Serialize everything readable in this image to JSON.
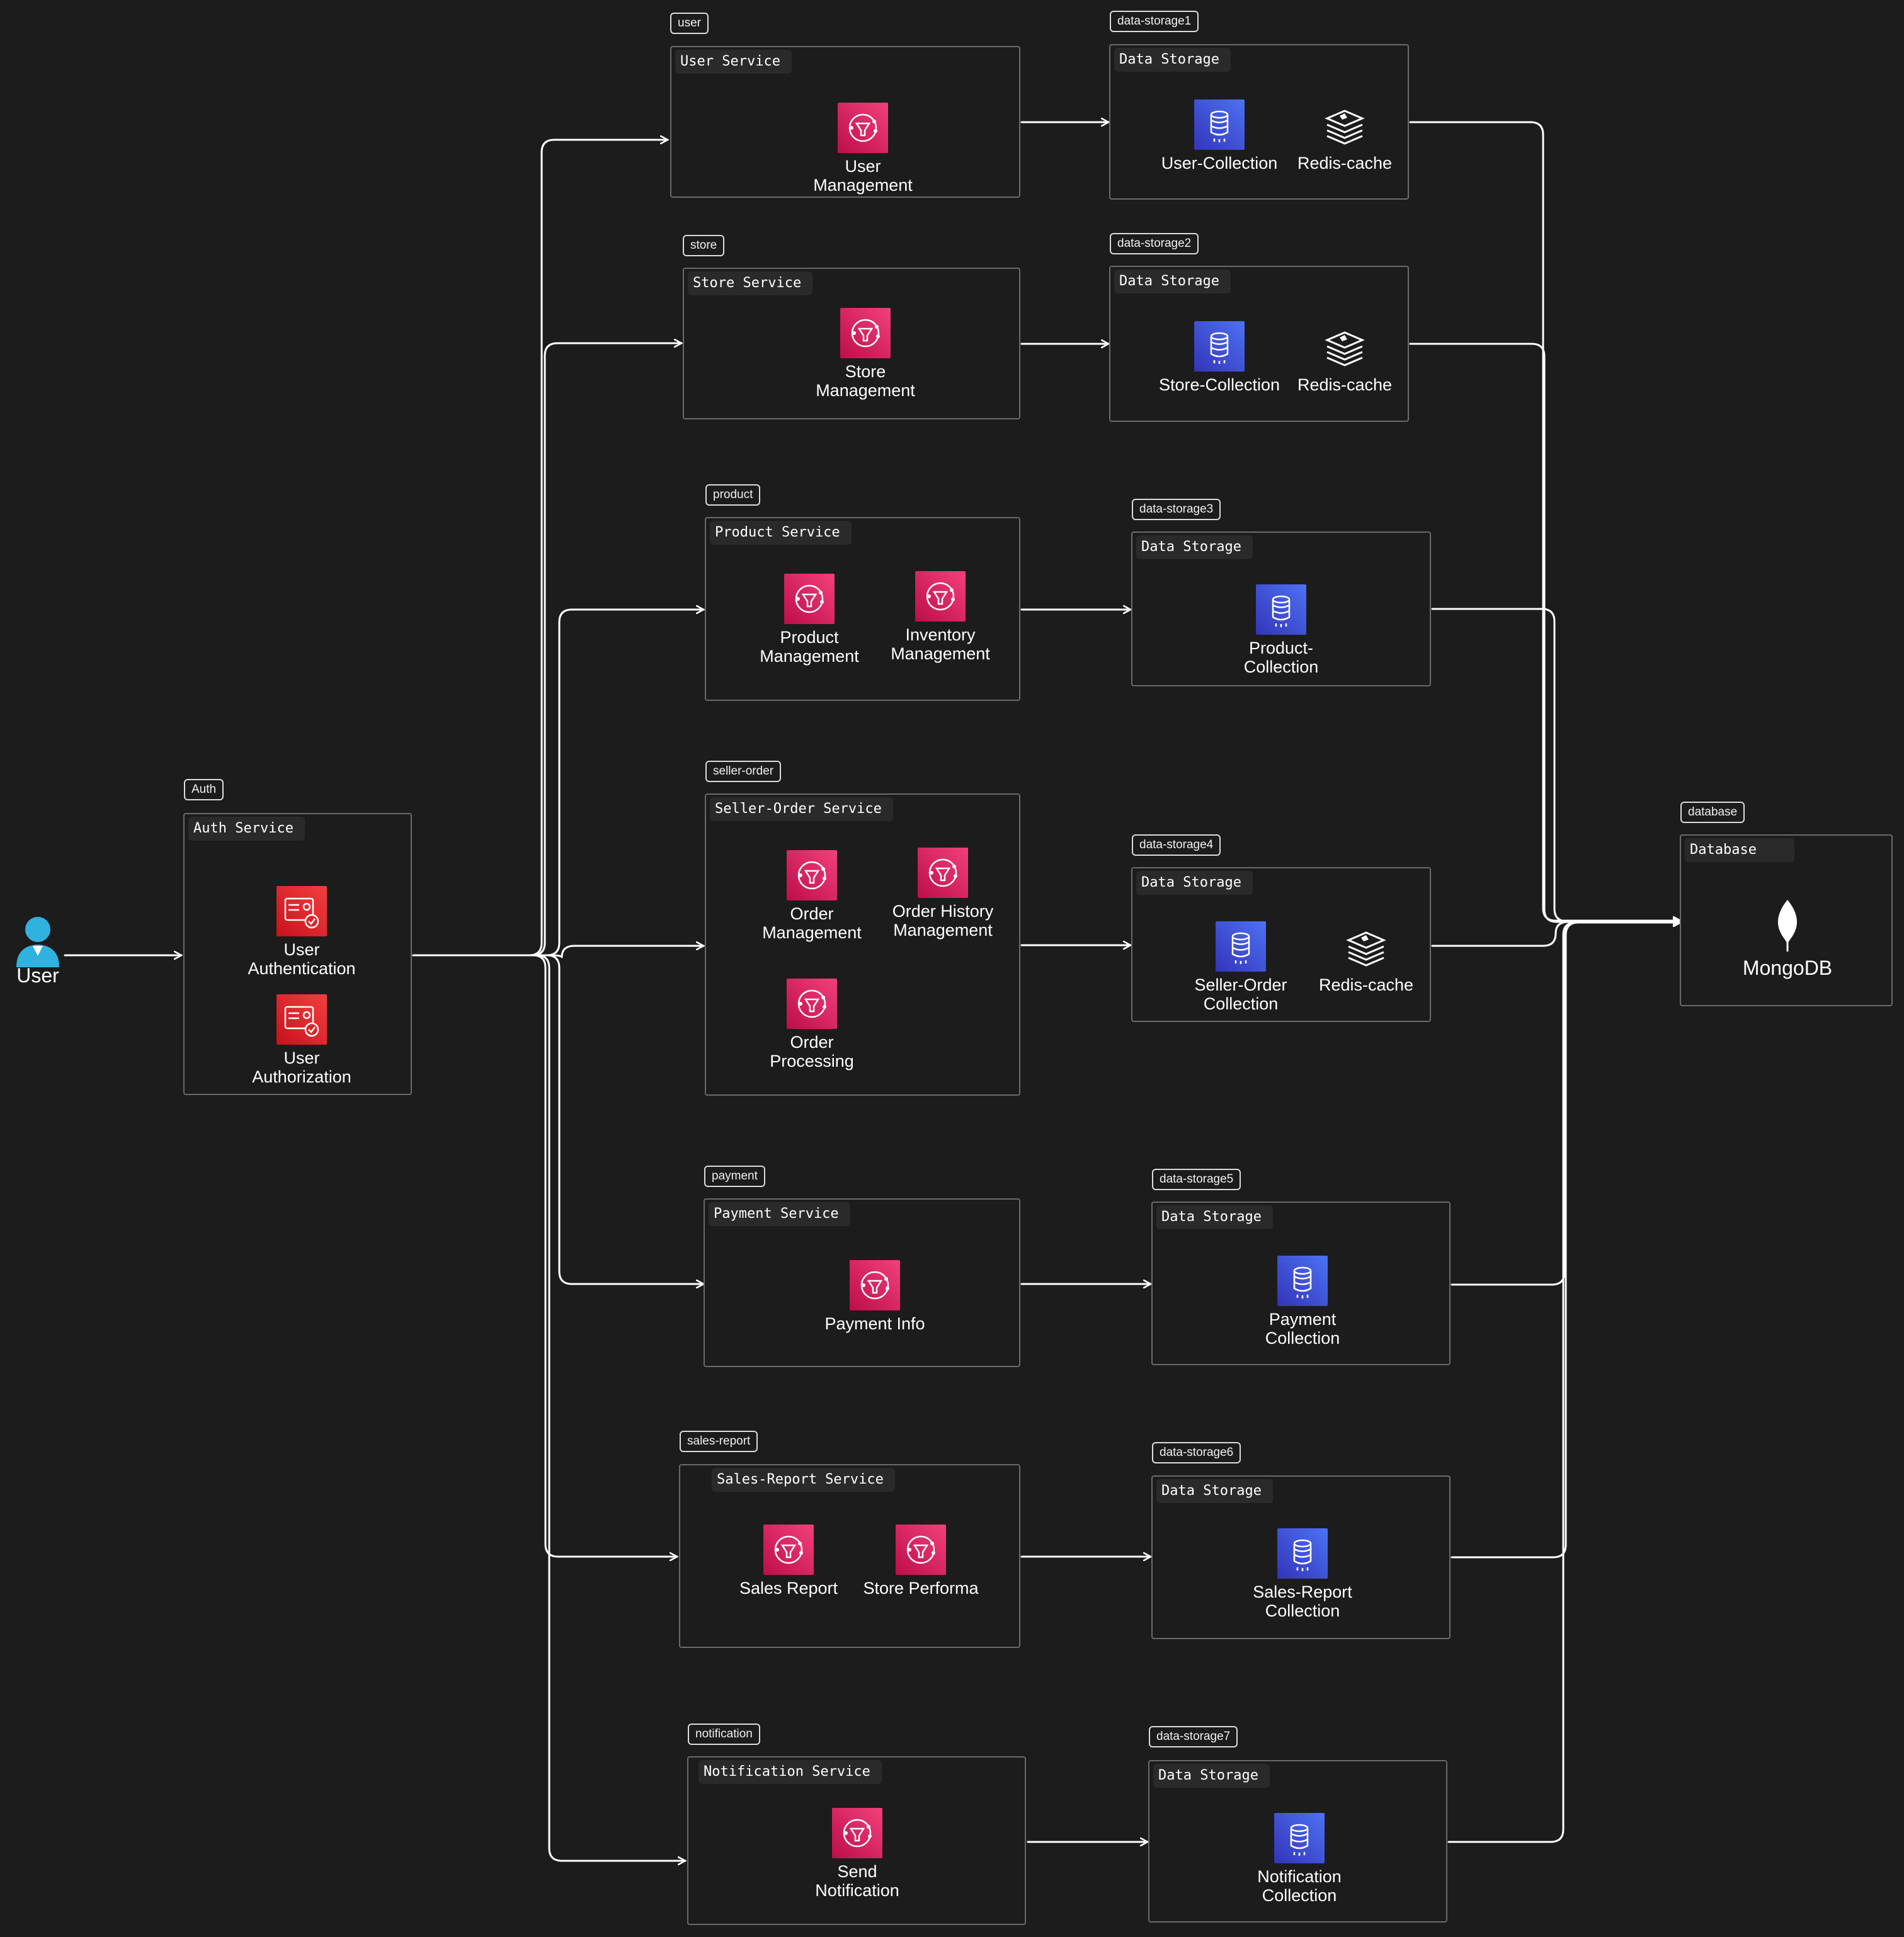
{
  "user_actor": {
    "label": "User"
  },
  "auth": {
    "tag": "Auth",
    "header": "Auth Service",
    "items": [
      "User Authentication",
      "User Authorization"
    ]
  },
  "services": [
    {
      "tag": "user",
      "header": "User Service",
      "items": [
        "User Management"
      ]
    },
    {
      "tag": "store",
      "header": "Store Service",
      "items": [
        "Store Management"
      ]
    },
    {
      "tag": "product",
      "header": "Product Service",
      "items": [
        "Product\nManagement",
        "Inventory\nManagement"
      ]
    },
    {
      "tag": "seller-order",
      "header": "Seller-Order Service",
      "items": [
        "Order\nManagement",
        "Order History\nManagement",
        "Order\nProcessing"
      ]
    },
    {
      "tag": "payment",
      "header": "Payment Service",
      "items": [
        "Payment Info"
      ]
    },
    {
      "tag": "sales-report",
      "header": "Sales-Report Service",
      "items": [
        "Sales Report",
        "Store Performa"
      ]
    },
    {
      "tag": "notification",
      "header": "Notification Service",
      "items": [
        "Send\nNotification"
      ]
    }
  ],
  "storages": [
    {
      "tag": "data-storage1",
      "header": "Data Storage",
      "collection": "User-Collection",
      "cache": "Redis-cache"
    },
    {
      "tag": "data-storage2",
      "header": "Data Storage",
      "collection": "Store-Collection",
      "cache": "Redis-cache"
    },
    {
      "tag": "data-storage3",
      "header": "Data Storage",
      "collection": "Product-Collection"
    },
    {
      "tag": "data-storage4",
      "header": "Data Storage",
      "collection": "Seller-Order\nCollection",
      "cache": "Redis-cache"
    },
    {
      "tag": "data-storage5",
      "header": "Data Storage",
      "collection": "Payment Collection"
    },
    {
      "tag": "data-storage6",
      "header": "Data Storage",
      "collection": "Sales-Report\nCollection"
    },
    {
      "tag": "data-storage7",
      "header": "Data Storage",
      "collection": "Notification\nCollection"
    }
  ],
  "database": {
    "tag": "database",
    "header": "Database",
    "engine": "MongoDB"
  },
  "colors": {
    "background": "#1c1c1c",
    "service_icon": "#e7256b",
    "db_icon": "#3f52d8",
    "auth_icon": "#dd2a2a",
    "user_icon": "#2fb2df",
    "wire": "#ffffff"
  }
}
